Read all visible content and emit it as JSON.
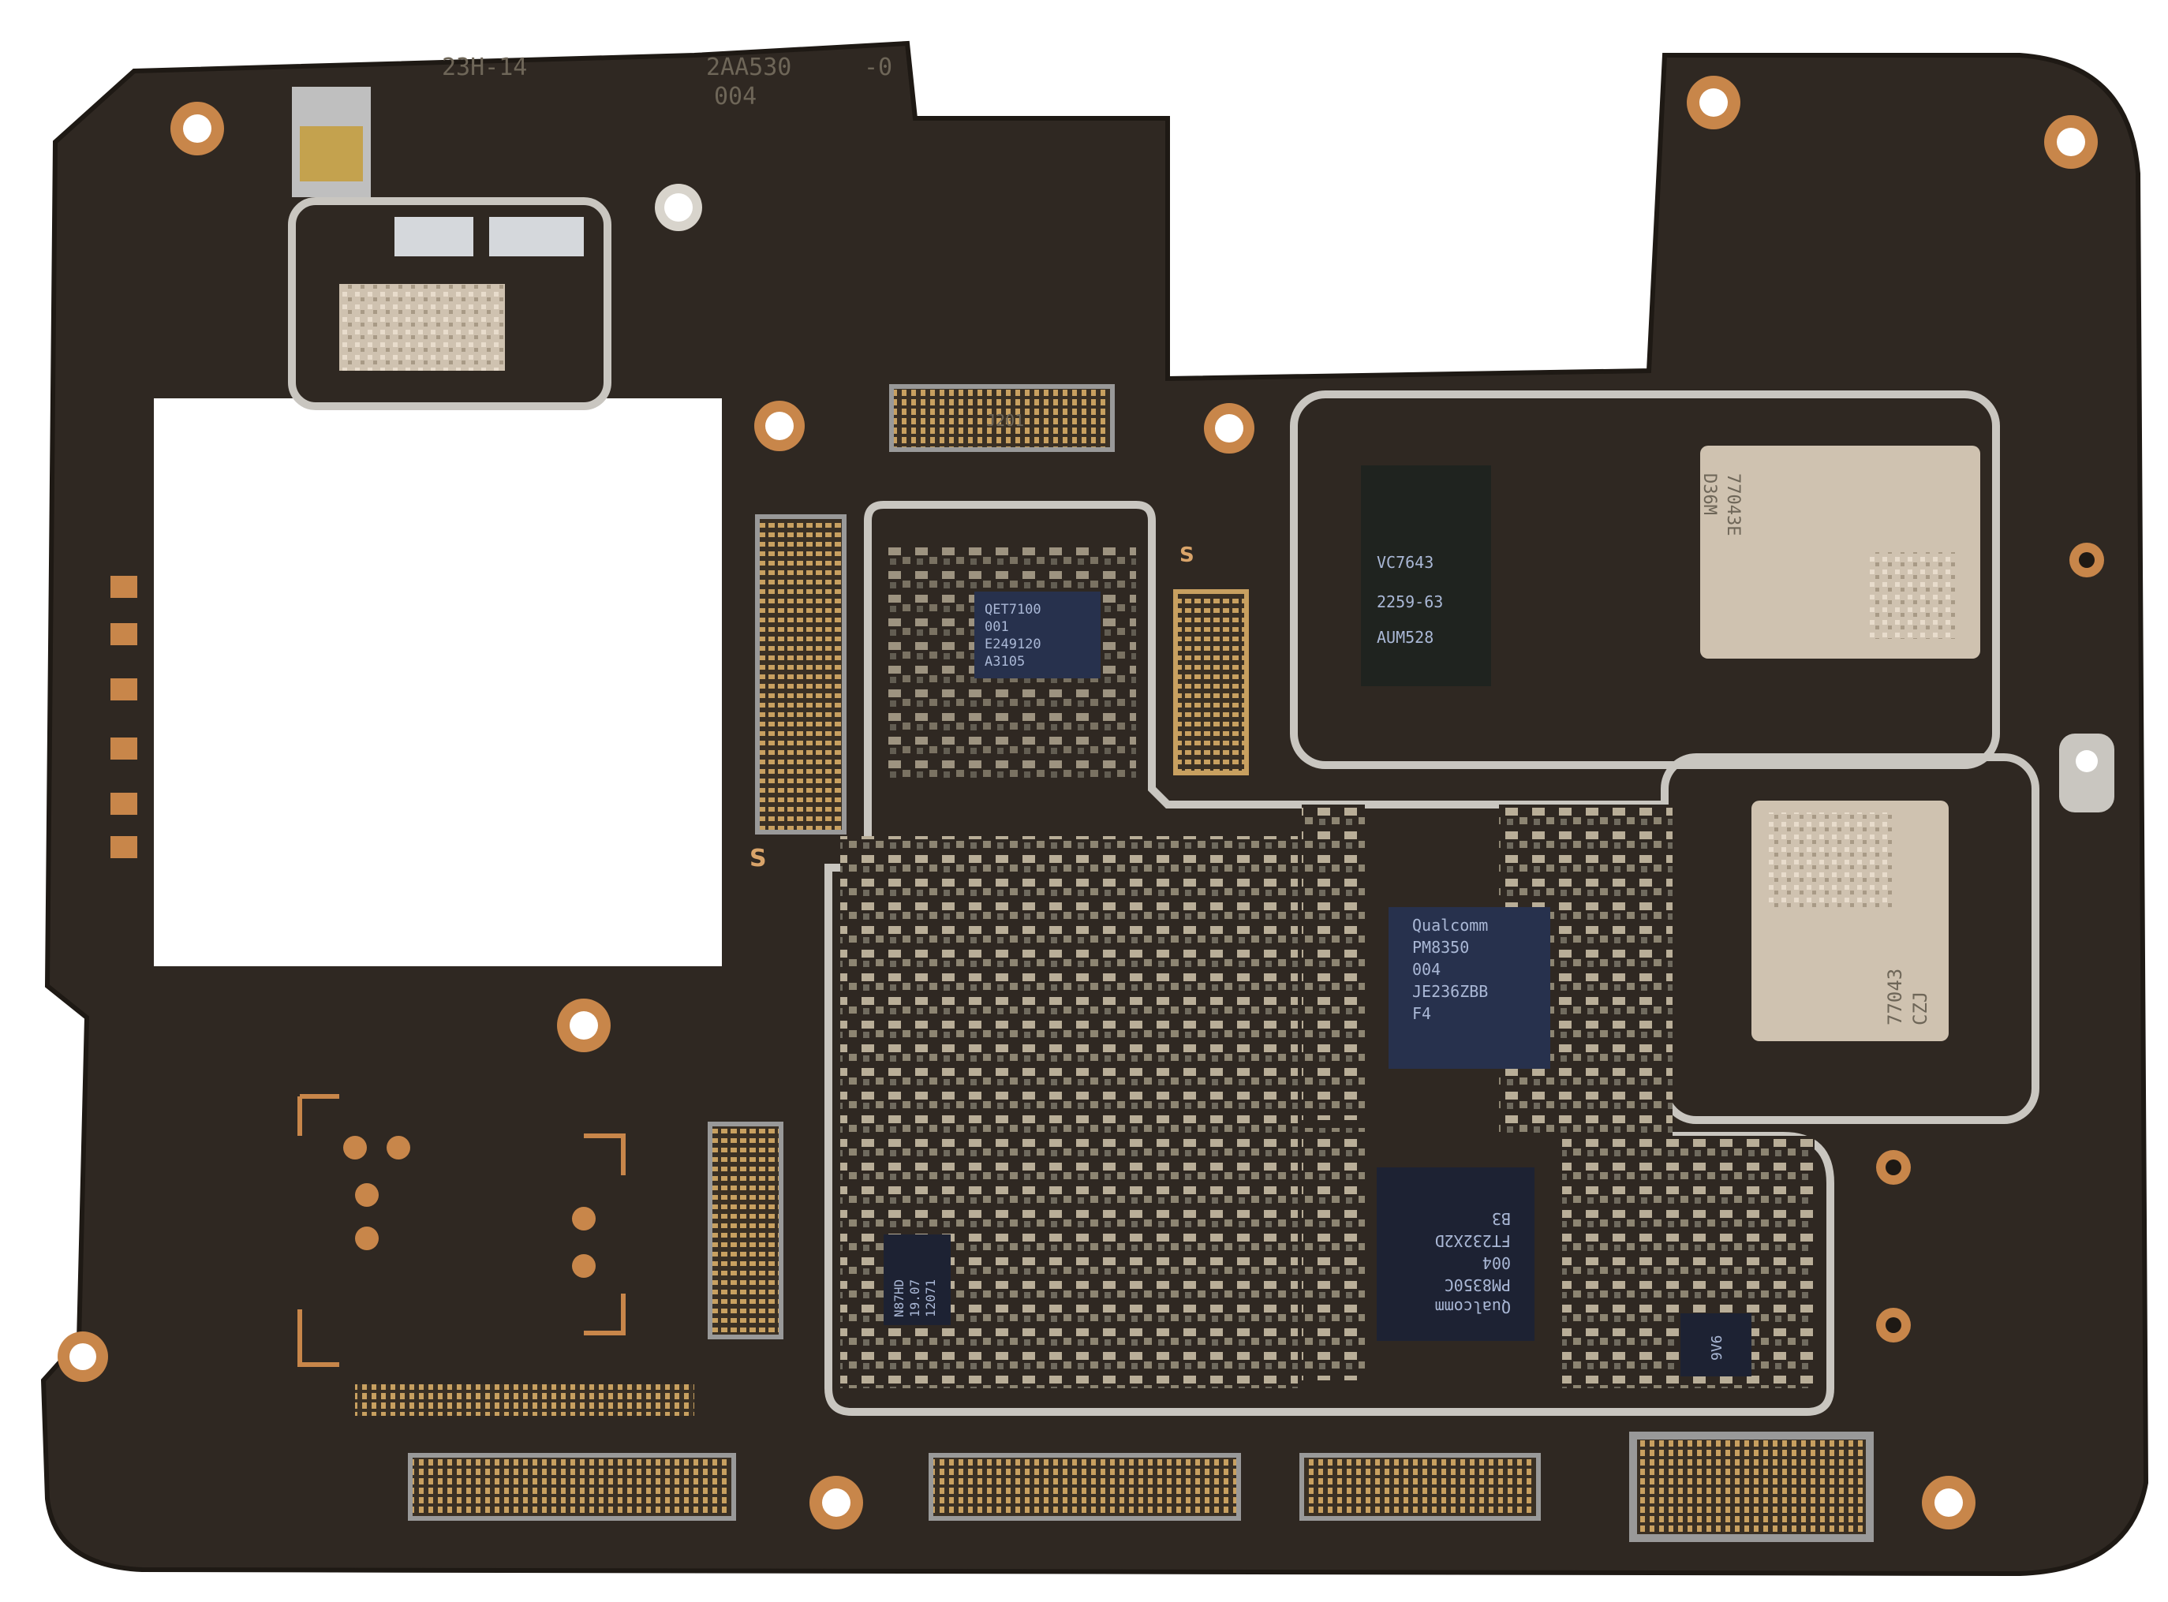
{
  "board": {
    "colors": {
      "pcb": "#2f2822",
      "pcb_edge": "#3a322a",
      "shield": "#c9c6c0",
      "gold": "#c8864a",
      "chip": "#1d2233",
      "chip_blue": "#27314d"
    },
    "silkscreen": {
      "top_left": "23H-14",
      "top_mid_a": "2AA530",
      "top_mid_b": "-0",
      "top_mid_c": "004"
    },
    "chips": {
      "pmic_main": {
        "brand": "Qualcomm",
        "line1": "PM8350",
        "line2": "004",
        "line3": "JE236ZBB",
        "line4": "F4"
      },
      "pmic_c": {
        "brand": "Qualcomm",
        "line1": "PM8350C",
        "line2": "004",
        "line3": "FT232X2D",
        "line4": "B3"
      },
      "qet": {
        "line1": "QET7100",
        "line2": "001",
        "line3": "E249120",
        "line4": "A3105"
      },
      "vc": {
        "line1": "VC7643",
        "line2": "2259-63",
        "line3": "AUM528"
      },
      "rf_module_top": {
        "line1": "77043E",
        "line2": "D36M"
      },
      "rf_module_right": {
        "line1": "77043",
        "line2": "CZJ"
      },
      "small_left": {
        "line1": "N87HD",
        "line2": "19.07",
        "line3": "12071"
      },
      "small_bottom": {
        "line1": "9V6"
      },
      "connector_label_top": "J201"
    },
    "s_marks": [
      "S",
      "S"
    ]
  }
}
